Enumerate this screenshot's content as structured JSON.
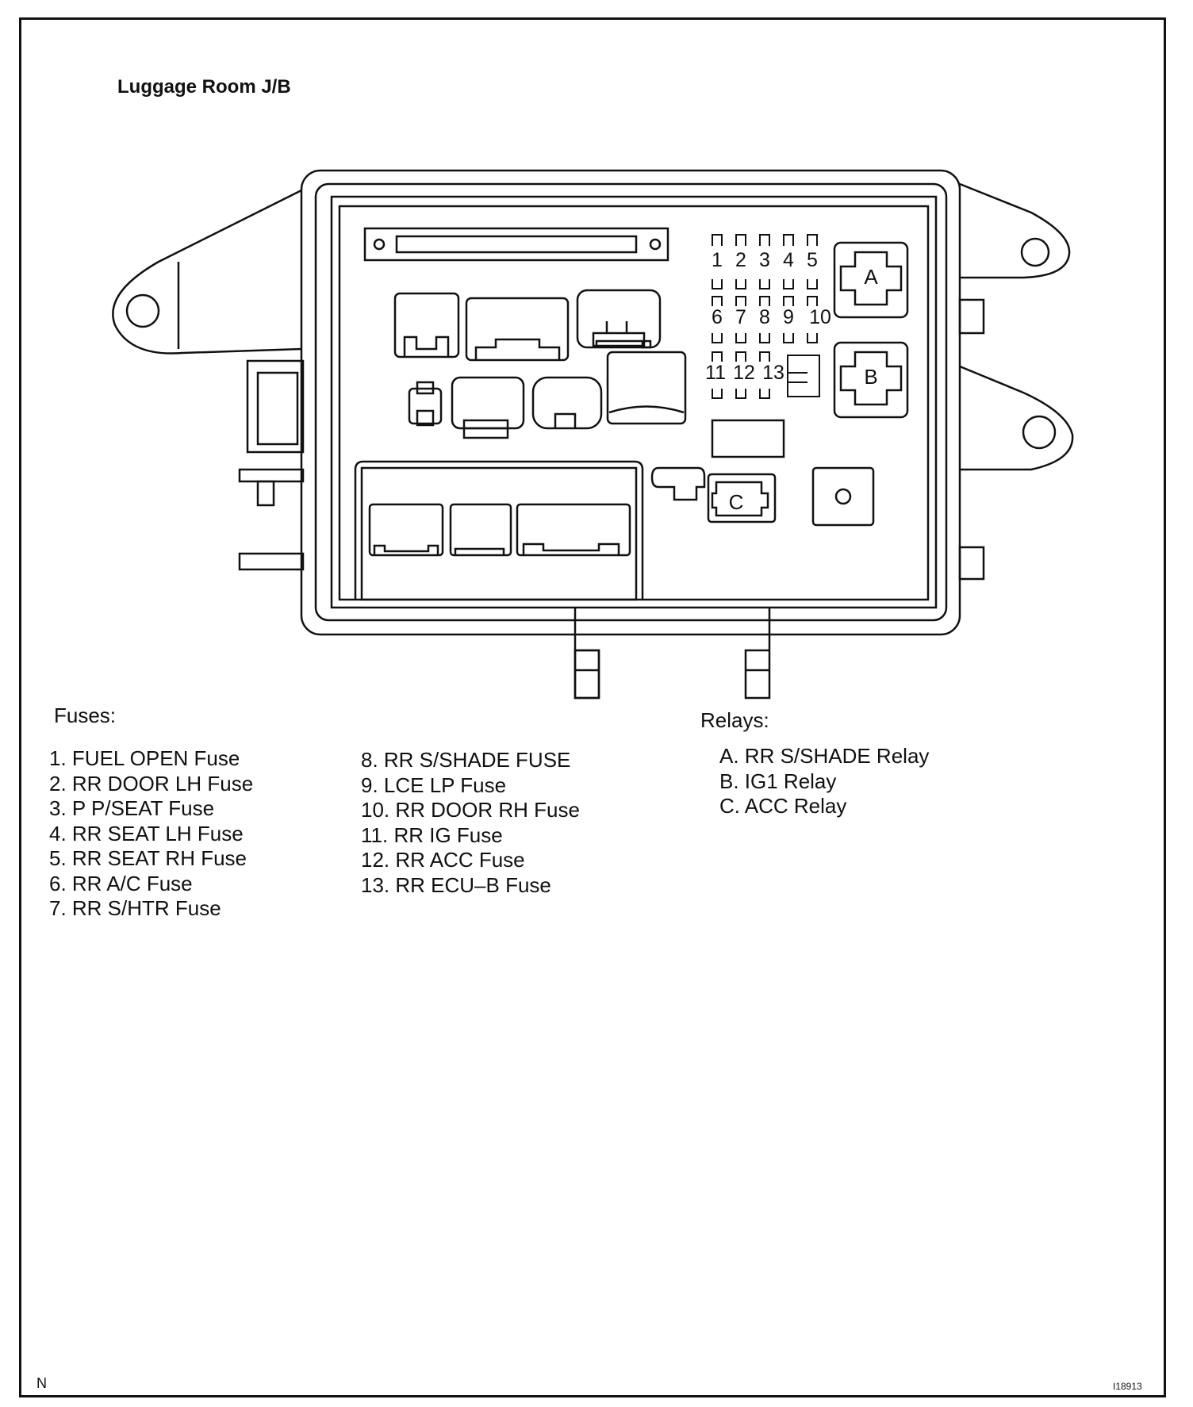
{
  "title": "Luggage Room J/B",
  "diagram_labels": {
    "fuse_numbers": [
      "1",
      "2",
      "3",
      "4",
      "5",
      "6",
      "7",
      "8",
      "9",
      "10",
      "11",
      "12",
      "13"
    ],
    "relay_letters": [
      "A",
      "B",
      "C"
    ]
  },
  "fuses_header": "Fuses:",
  "fuses": [
    "1. FUEL OPEN Fuse",
    "2. RR DOOR LH Fuse",
    "3. P P/SEAT Fuse",
    "4. RR SEAT LH Fuse",
    "5. RR SEAT RH Fuse",
    "6. RR A/C Fuse",
    "7. RR S/HTR Fuse",
    "8. RR S/SHADE FUSE",
    "9. LCE LP Fuse",
    "10. RR DOOR RH Fuse",
    "11. RR IG Fuse",
    "12. RR ACC Fuse",
    "13. RR ECU–B Fuse"
  ],
  "relays_header": "Relays:",
  "relays": [
    "A. RR S/SHADE Relay",
    "B. IG1 Relay",
    "C. ACC Relay"
  ],
  "footer_left": "N",
  "footer_right": "I18913"
}
